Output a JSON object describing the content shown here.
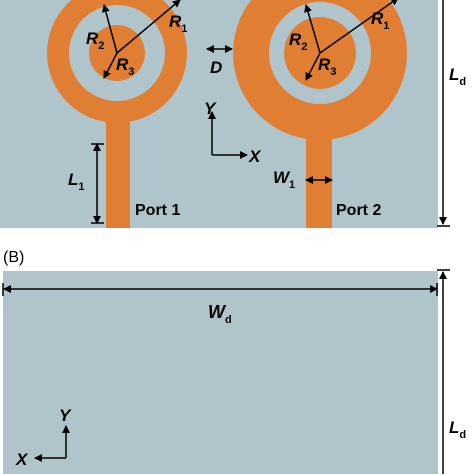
{
  "panel_b_label": "(B)",
  "panel_a": {
    "ports": [
      "Port 1",
      "Port 2"
    ],
    "dimension_labels": {
      "r1": {
        "main": "R",
        "sub": "1"
      },
      "r2": {
        "main": "R",
        "sub": "2"
      },
      "r3": {
        "main": "R",
        "sub": "3"
      },
      "d": {
        "main": "D",
        "sub": ""
      },
      "l1": {
        "main": "L",
        "sub": "1"
      },
      "w1": {
        "main": "W",
        "sub": "1"
      },
      "ld": {
        "main": "L",
        "sub": "d"
      }
    },
    "axes": {
      "y": "Y",
      "x": "X"
    }
  },
  "panel_b": {
    "dimension_labels": {
      "wd": {
        "main": "W",
        "sub": "d"
      },
      "ld": {
        "main": "L",
        "sub": "d"
      }
    },
    "axes": {
      "y": "Y",
      "x": "X"
    }
  },
  "colors": {
    "substrate": "#b0c4cb",
    "copper": "#e07f33",
    "line": "#000000"
  }
}
